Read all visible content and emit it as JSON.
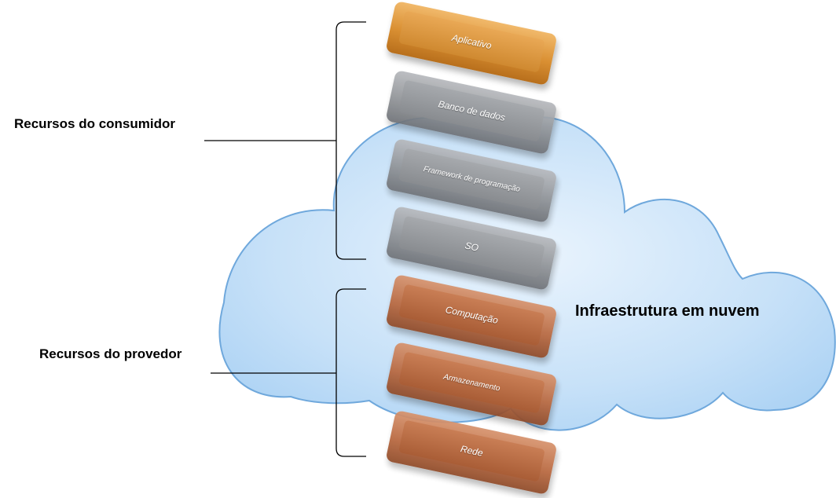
{
  "consumer_group": {
    "label": "Recursos do consumidor"
  },
  "provider_group": {
    "label": "Recursos do provedor"
  },
  "cloud": {
    "label": "Infraestrutura em nuvem"
  },
  "layers": [
    {
      "label": "Aplicativo",
      "color": "gold"
    },
    {
      "label": "Banco de dados",
      "color": "gray"
    },
    {
      "label": "Framework de programação",
      "color": "gray"
    },
    {
      "label": "SO",
      "color": "gray"
    },
    {
      "label": "Computação",
      "color": "brown"
    },
    {
      "label": "Armazenamento",
      "color": "brown"
    },
    {
      "label": "Rede",
      "color": "brown"
    }
  ],
  "colors": {
    "cloud_fill": "#a9d1f5",
    "cloud_stroke": "#6fa8dc",
    "gold": "#d98f32",
    "gray": "#8f9296",
    "brown": "#b9683f"
  }
}
